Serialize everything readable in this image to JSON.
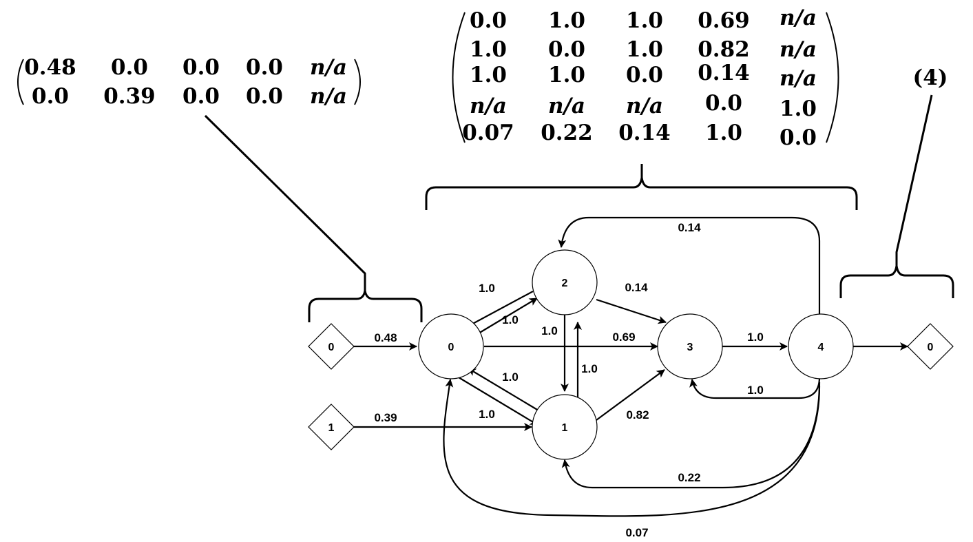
{
  "input_matrix": {
    "rows": [
      [
        "0.48",
        "0.0",
        "0.0",
        "0.0",
        "n/a"
      ],
      [
        "0.0",
        "0.39",
        "0.0",
        "0.0",
        "n/a"
      ]
    ]
  },
  "hidden_matrix": {
    "rows": [
      [
        "0.0",
        "1.0",
        "1.0",
        "0.69",
        "n/a"
      ],
      [
        "1.0",
        "0.0",
        "1.0",
        "0.82",
        "n/a"
      ],
      [
        "1.0",
        "1.0",
        "0.0",
        "0.14",
        "n/a"
      ],
      [
        "n/a",
        "n/a",
        "n/a",
        "0.0",
        "1.0"
      ],
      [
        "0.07",
        "0.22",
        "0.14",
        "1.0",
        "0.0"
      ]
    ]
  },
  "output_vector": {
    "text": "(4)"
  },
  "input_nodes": [
    "0",
    "1"
  ],
  "hidden_nodes": [
    "0",
    "1",
    "2",
    "3",
    "4"
  ],
  "output_nodes": [
    "0"
  ],
  "edge_labels": {
    "in0_h0": "0.48",
    "in1_h1": "0.39",
    "h0_h1": "1.0",
    "h1_h0": "1.0",
    "h0_h2": "1.0",
    "h2_h0": "1.0",
    "h2_h1": "1.0",
    "h1_h2": "1.0",
    "h0_h3": "0.69",
    "h2_h3": "0.14",
    "h1_h3": "0.82",
    "h3_h4": "1.0",
    "h4_h3": "1.0",
    "h4_h2": "0.14",
    "h4_h1": "0.22",
    "h4_h0": "0.07"
  }
}
